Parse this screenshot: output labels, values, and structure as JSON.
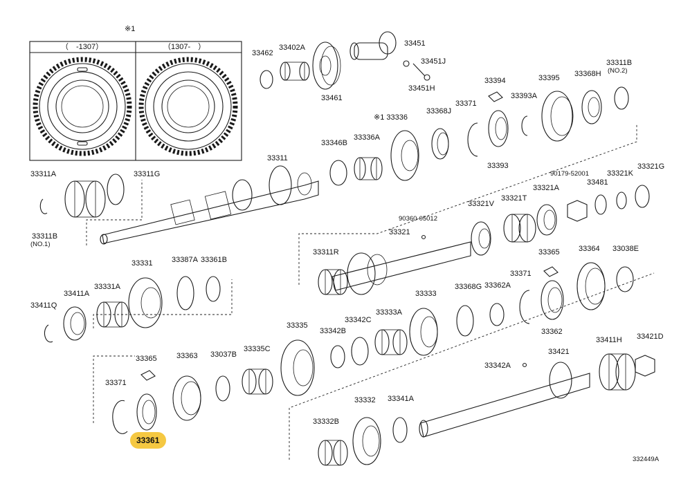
{
  "diagram_id": "332449A",
  "note_marker": "※1",
  "inset": {
    "left_header": "（　-1307）",
    "right_header": "（1307-　）"
  },
  "highlight_color": "#f5c842",
  "parts": {
    "p33462": "33462",
    "p33402A": "33402A",
    "p33461": "33461",
    "p33451": "33451",
    "p33451J": "33451J",
    "p33451H": "33451H",
    "p33311B_no2": "33311B",
    "no2": "(NO.2)",
    "p33394": "33394",
    "p33395": "33395",
    "p33368H": "33368H",
    "p33393A": "33393A",
    "p33371_top": "33371",
    "p33368J": "33368J",
    "p33336": "※1 33336",
    "p33336A": "33336A",
    "p33346B": "33346B",
    "p33393": "33393",
    "p33311": "33311",
    "p33311A": "33311A",
    "p33311G": "33311G",
    "p33311B_no1": "33311B",
    "no1": "(NO.1)",
    "p90179": "90179-52001",
    "p33321K": "33321K",
    "p33321G": "33321G",
    "p33481": "33481",
    "p33321A": "33321A",
    "p33321V": "33321V",
    "p33321T": "33321T",
    "p90360": "90360-05012",
    "p33321": "33321",
    "p33311R": "33311R",
    "p33331": "33331",
    "p33387A": "33387A",
    "p33361B": "33361B",
    "p33411A": "33411A",
    "p33331A": "33331A",
    "p33411Q": "33411Q",
    "p33365_right": "33365",
    "p33364": "33364",
    "p33038E": "33038E",
    "p33371_mid": "33371",
    "p33368G": "33368G",
    "p33362A": "33362A",
    "p33333": "33333",
    "p33333A": "33333A",
    "p33342C": "33342C",
    "p33342B": "33342B",
    "p33362": "33362",
    "p33335": "33335",
    "p33411H": "33411H",
    "p33421D": "33421D",
    "p33421": "33421",
    "p33342A": "33342A",
    "p33365_left": "33365",
    "p33363": "33363",
    "p33037B": "33037B",
    "p33335C": "33335C",
    "p33371_left": "33371",
    "p33332": "33332",
    "p33341A": "33341A",
    "p33332B": "33332B",
    "p33361": "33361"
  }
}
